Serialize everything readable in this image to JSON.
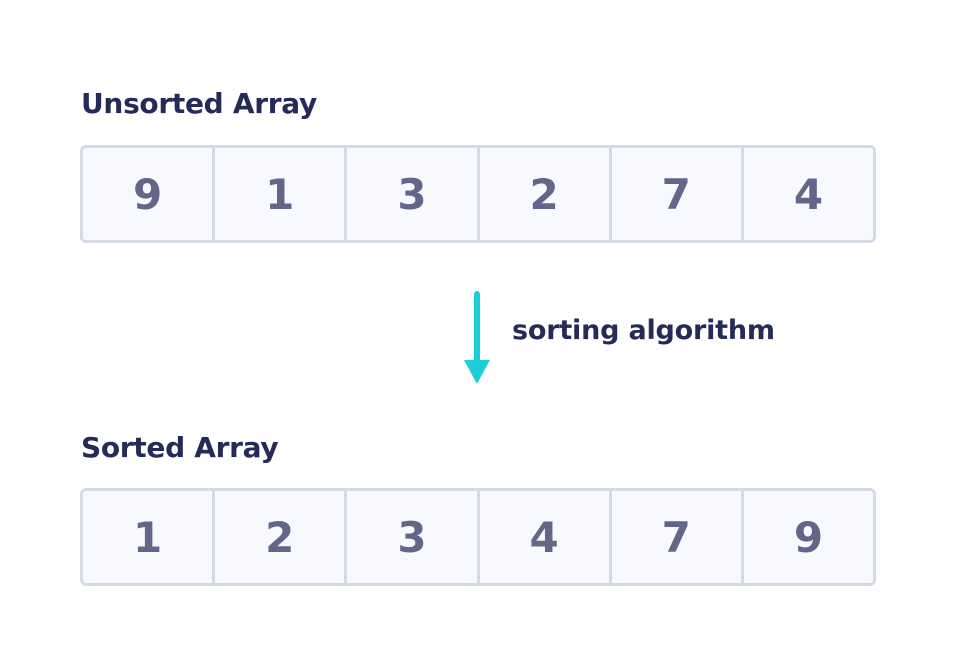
{
  "unsorted": {
    "title": "Unsorted Array",
    "values": [
      "9",
      "1",
      "3",
      "2",
      "7",
      "4"
    ]
  },
  "transition": {
    "label": "sorting algorithm",
    "arrow_color": "#1ccfd6"
  },
  "sorted": {
    "title": "Sorted Array",
    "values": [
      "1",
      "2",
      "3",
      "4",
      "7",
      "9"
    ]
  },
  "colors": {
    "heading": "#262a58",
    "cell_text": "#636688",
    "cell_border": "#d5dbe5",
    "cell_fill": "#f8f9fe"
  }
}
